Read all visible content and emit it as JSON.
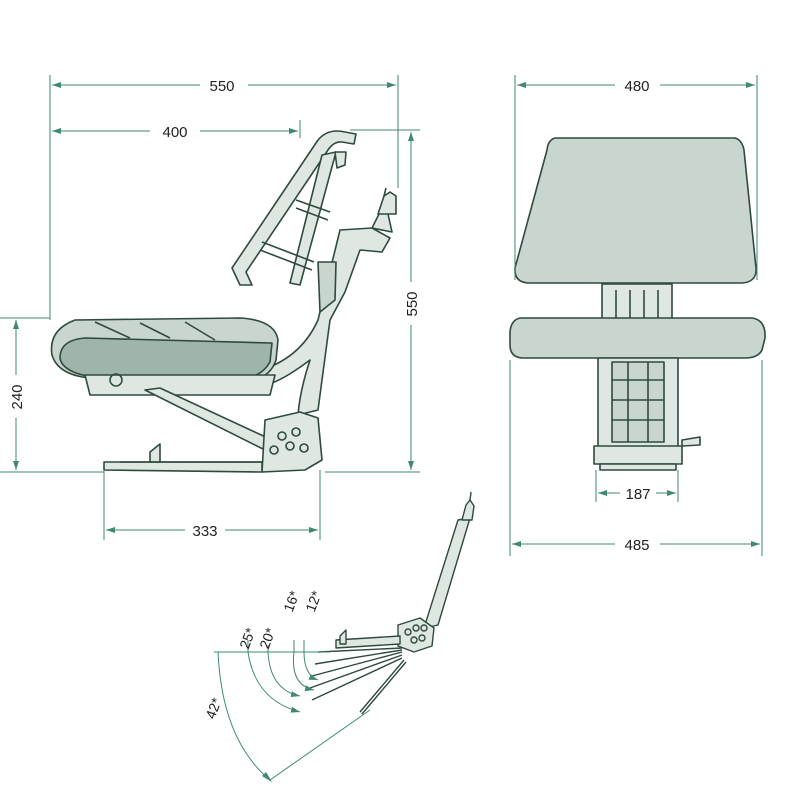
{
  "dimensions": {
    "side_overall_width": "550",
    "side_backrest_width": "400",
    "side_height": "550",
    "side_seat_height": "240",
    "side_base_length": "333",
    "front_backrest_width": "480",
    "front_seat_width": "485",
    "front_base_width": "187"
  },
  "tilt_angles": [
    "25*",
    "20*",
    "16*",
    "12*",
    "42*"
  ],
  "colors": {
    "dimension_line": "#3f8a6e",
    "outline": "#2f4a3f",
    "upholstery": "#c9d6cf",
    "upholstery_dark": "#9fb5aa",
    "metal": "#dfe7e2"
  }
}
